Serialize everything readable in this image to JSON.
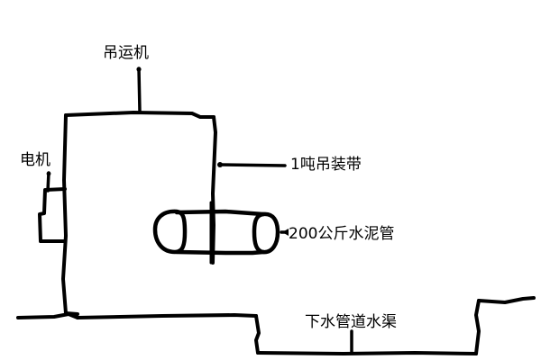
{
  "diagram": {
    "title": "hand-drawn hoisting sketch",
    "background_color": "#ffffff",
    "ink_color": "#000000",
    "labels": {
      "hoist": "吊运机",
      "motor": "电机",
      "sling": "1吨吊装带",
      "pipe": "200公斤水泥管",
      "channel": "下水管道水渠"
    },
    "components": {
      "hoist_body": "machine-body-rectangle",
      "motor_box": "motor-box",
      "sling_line": "sling-vertical-line",
      "cement_pipe": "cement-pipe-cylinder",
      "ground_line": "ground-line",
      "trench": "sewer-trench-profile"
    },
    "leaders": {
      "hoist": "vertical-leader-down-to-machine-top",
      "motor": "vertical-leader-down-to-motor-box",
      "sling": "horizontal-leader-left-to-machine-right-edge",
      "pipe": "short-arrow-left-to-pipe-end",
      "channel": "vertical-leader-down-to-trench-floor"
    }
  }
}
